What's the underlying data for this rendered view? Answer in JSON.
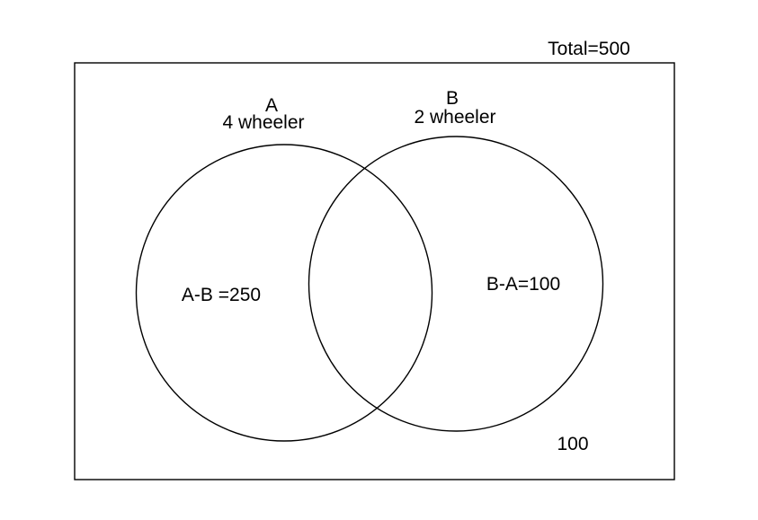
{
  "diagram": {
    "total_label": "Total=500",
    "set_a": {
      "letter": "A",
      "name": "4 wheeler",
      "region_label": "A-B =250"
    },
    "set_b": {
      "letter": "B",
      "name": "2 wheeler",
      "region_label": "B-A=100"
    },
    "outside_label": "100"
  },
  "colors": {
    "stroke": "#000000",
    "background": "#ffffff"
  }
}
